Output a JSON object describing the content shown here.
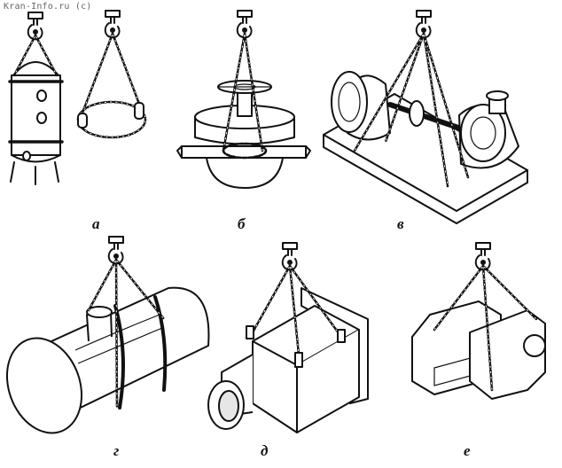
{
  "watermark": "Kran-Info.ru (c)",
  "captions": {
    "a": "а",
    "b": "б",
    "v": "в",
    "g": "г",
    "d": "д",
    "e": "е"
  }
}
